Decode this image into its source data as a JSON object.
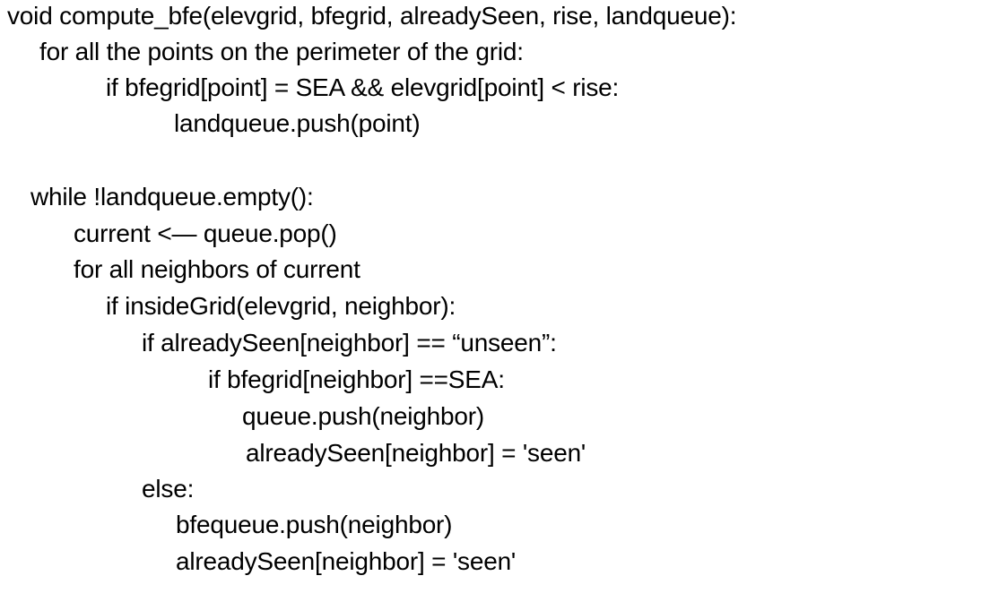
{
  "code": {
    "lines": [
      "void compute_bfe(elevgrid, bfegrid, alreadySeen, rise, landqueue):",
      "for all the points on the perimeter of the grid:",
      "if bfegrid[point] = SEA && elevgrid[point] < rise:",
      "landqueue.push(point)",
      "while !landqueue.empty():",
      "current <— queue.pop()",
      "for all neighbors of current",
      "if insideGrid(elevgrid, neighbor):",
      "if alreadySeen[neighbor] == “unseen”:",
      "if bfegrid[neighbor] ==SEA:",
      "queue.push(neighbor)",
      "alreadySeen[neighbor] = 'seen'",
      "else:",
      "bfequeue.push(neighbor)",
      "alreadySeen[neighbor] = 'seen'"
    ]
  }
}
